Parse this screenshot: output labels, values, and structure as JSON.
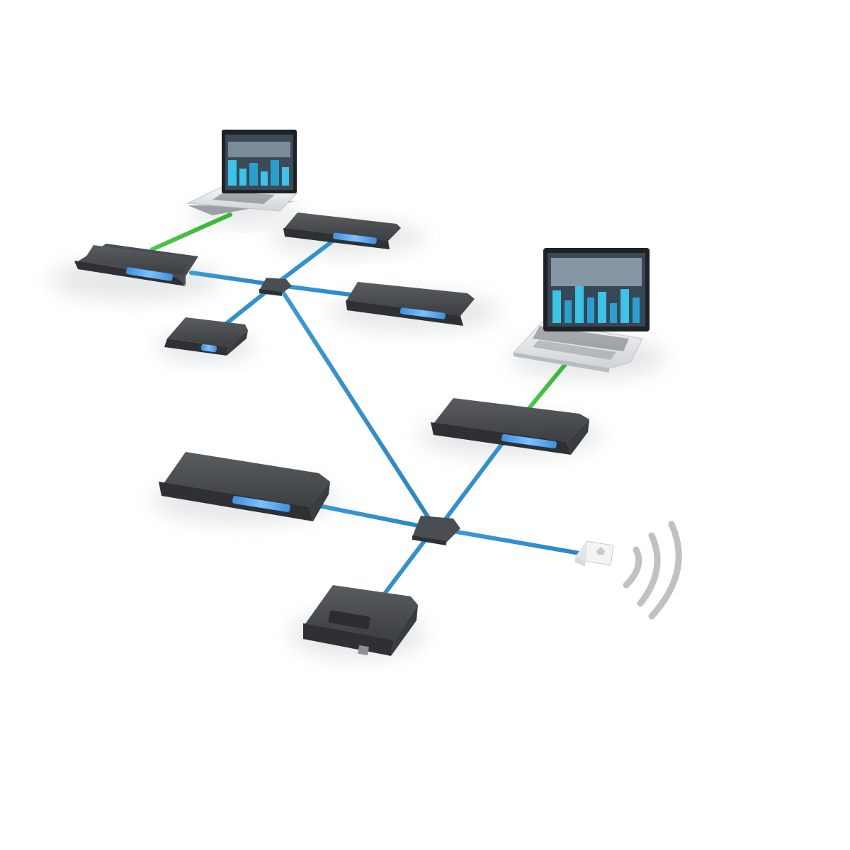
{
  "colors": {
    "background": "#ffffff",
    "cable_blue": "#2f8fd0",
    "cable_green": "#3fbf3a",
    "device_body": "#505356",
    "device_top": "#3e4144",
    "device_led": "#5aa8f5",
    "switch_body": "#4a4d50",
    "laptop_shell": "#e9ecef",
    "screen_accent": "#3cc3e8",
    "wifi_waves": "#bfc2c5"
  },
  "icons": {
    "switch": "network-switch-icon",
    "audio_interface": "rack-audio-interface-icon",
    "laptop": "laptop-icon",
    "access_point": "wireless-access-point-icon",
    "wifi": "wifi-waves-icon"
  },
  "nodes": [
    {
      "id": "laptop-top-left",
      "kind": "laptop"
    },
    {
      "id": "laptop-right",
      "kind": "laptop"
    },
    {
      "id": "switch-upper",
      "kind": "switch"
    },
    {
      "id": "switch-lower",
      "kind": "switch"
    },
    {
      "id": "interface-left",
      "kind": "rack_interface"
    },
    {
      "id": "interface-top",
      "kind": "rack_interface"
    },
    {
      "id": "interface-right",
      "kind": "rack_interface"
    },
    {
      "id": "interface-small",
      "kind": "compact_interface"
    },
    {
      "id": "interface-mid-right",
      "kind": "rack_interface"
    },
    {
      "id": "interface-lower-left",
      "kind": "rack_interface"
    },
    {
      "id": "interface-bottom",
      "kind": "compact_interface"
    },
    {
      "id": "access-point",
      "kind": "wireless_access_point"
    }
  ],
  "links": [
    {
      "from": "laptop-top-left",
      "to": "interface-left",
      "type": "green"
    },
    {
      "from": "laptop-right",
      "to": "interface-mid-right",
      "type": "green"
    },
    {
      "from": "switch-upper",
      "to": "interface-left",
      "type": "blue"
    },
    {
      "from": "switch-upper",
      "to": "interface-top",
      "type": "blue"
    },
    {
      "from": "switch-upper",
      "to": "interface-right",
      "type": "blue"
    },
    {
      "from": "switch-upper",
      "to": "interface-small",
      "type": "blue"
    },
    {
      "from": "switch-upper",
      "to": "switch-lower",
      "type": "blue"
    },
    {
      "from": "switch-lower",
      "to": "interface-mid-right",
      "type": "blue"
    },
    {
      "from": "switch-lower",
      "to": "interface-lower-left",
      "type": "blue"
    },
    {
      "from": "switch-lower",
      "to": "interface-bottom",
      "type": "blue"
    },
    {
      "from": "switch-lower",
      "to": "access-point",
      "type": "blue"
    }
  ]
}
